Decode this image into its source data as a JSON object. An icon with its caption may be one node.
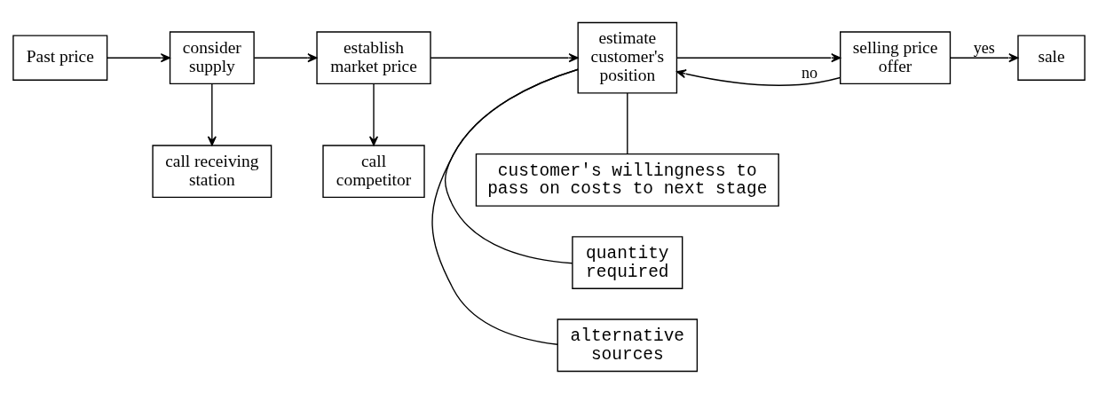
{
  "diagram": {
    "nodes": [
      {
        "text": [
          "Past price"
        ]
      },
      {
        "text": [
          "consider supply"
        ]
      },
      {
        "text": [
          "establish market price"
        ]
      },
      {
        "text": [
          "estimate customer's position"
        ]
      },
      {
        "text": [
          "selling price offer"
        ]
      },
      {
        "text": [
          "sale"
        ]
      },
      {
        "text": [
          "call receiving station"
        ]
      },
      {
        "text": [
          "call competitor"
        ]
      },
      {
        "text": [
          "alternative sources"
        ]
      },
      {
        "text": [
          "quantity required"
        ]
      },
      {
        "text": [
          "customer's willingness to pass on costs to next stage"
        ]
      }
    ],
    "edges": [
      {
        "from": 0,
        "to": 1,
        "arrow": "to"
      },
      {
        "from": 1,
        "to": 2,
        "arrow": "to"
      },
      {
        "from": 2,
        "to": 3,
        "arrow": "to"
      },
      {
        "from": 3,
        "to": 4,
        "arrow": "to"
      },
      {
        "from": 4,
        "to": 5,
        "arrow": "to",
        "label": "yes"
      },
      {
        "from": 4,
        "to": 3,
        "arrow": "to",
        "label": "no"
      },
      {
        "from": 1,
        "to": 6,
        "arrow": "to"
      },
      {
        "from": 2,
        "to": 7,
        "arrow": "to"
      },
      {
        "from": 3,
        "to": 8,
        "arrow": "none"
      },
      {
        "from": 3,
        "to": 9,
        "arrow": "none"
      },
      {
        "from": 3,
        "to": 10,
        "arrow": "none"
      }
    ]
  }
}
